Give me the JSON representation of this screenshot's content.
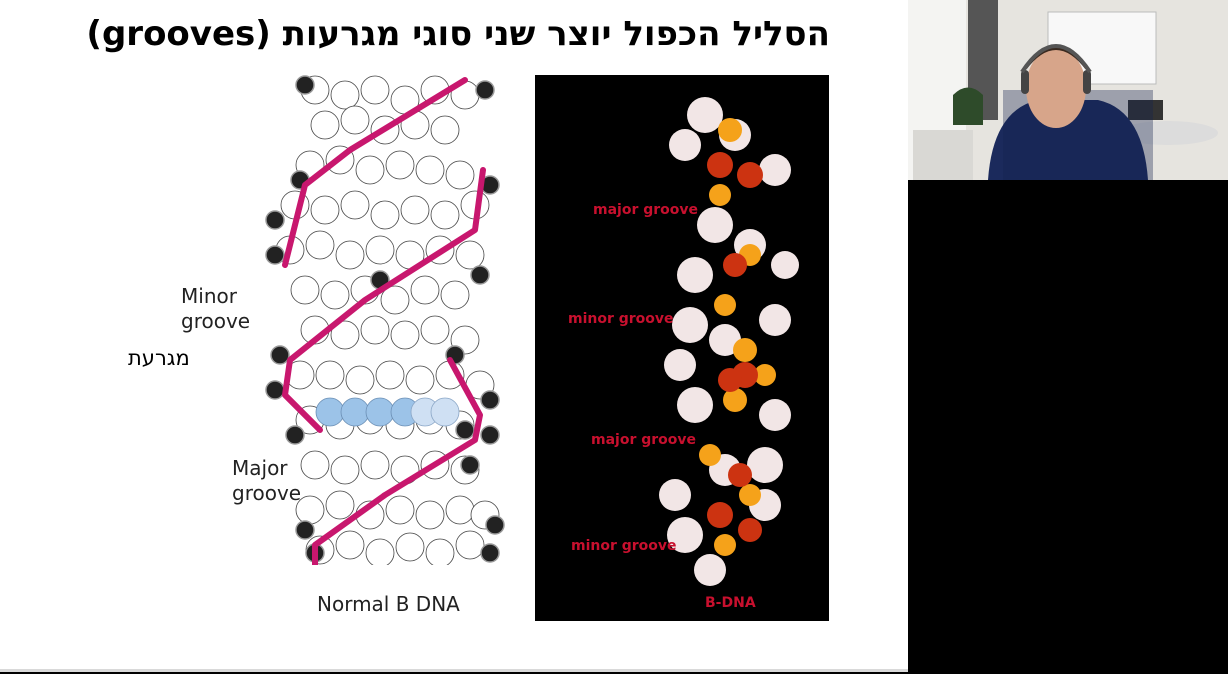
{
  "slide": {
    "title": "הסליל הכפול יוצר שני סוגי מגרעות (grooves)",
    "left_figure": {
      "minor_label_line1": "Minor",
      "minor_label_line2": "groove",
      "major_label_line1": "Major",
      "major_label_line2": "groove",
      "hebrew_annotation": "מגרעת",
      "caption": "Normal B DNA"
    },
    "right_figure": {
      "labels": [
        "major groove",
        "minor groove",
        "major groove",
        "minor groove"
      ],
      "caption": "B-DNA"
    }
  },
  "colors": {
    "strand": "#c8176e",
    "label_red": "#c8102e",
    "base_blue": "#9cc3e8"
  }
}
